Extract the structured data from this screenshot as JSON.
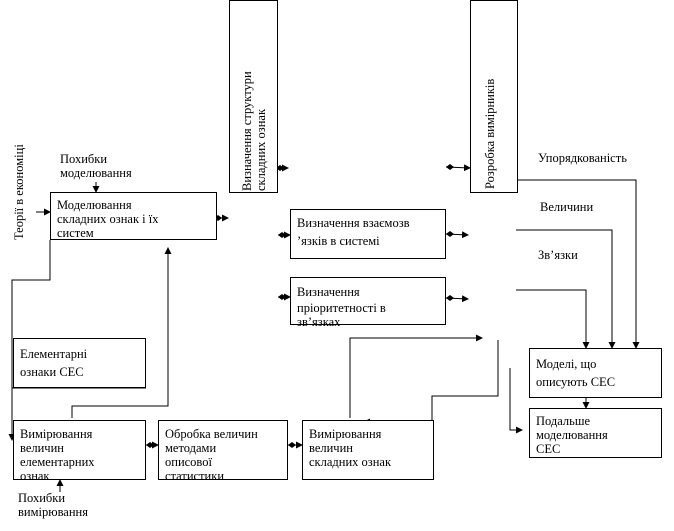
{
  "labels": {
    "theories": "Теорії в економіці",
    "model_errors_1": "Похибки",
    "model_errors_2": "моделювання",
    "measure_errors_1": "Похибки",
    "measure_errors_2": "вимірювання",
    "orderliness": "Упорядкованість",
    "magnitudes": "Величини",
    "relations": "Зв’язки"
  },
  "boxes": {
    "modeling_1": "Моделювання",
    "modeling_2": "складних ознак і їх",
    "modeling_3": "систем",
    "structure_1": "Визначення структури",
    "structure_2": "складних ознак",
    "develop_meters": "Розробка вимірників",
    "relations_def_1": "Визначення взаємозв",
    "relations_def_2": "’язків в системі",
    "priority_1": "Визначення",
    "priority_2": "пріоритетності в",
    "priority_3": "зв’язках",
    "elementary_1": "Елементарні",
    "elementary_2": "ознаки СЕС",
    "models_1": "Моделі, що",
    "models_2": "описують СЕС",
    "measure_elem_1": "Вимірювання",
    "measure_elem_2": "величин",
    "measure_elem_3": "елементарних",
    "measure_elem_4": "ознак",
    "processing_1": "Обробка величин",
    "processing_2": "методами",
    "processing_3": "описової",
    "processing_4": "статистики",
    "measure_complex_1": "Вимірювання",
    "measure_complex_2": "величин",
    "measure_complex_3": "складних ознак",
    "further_1": "Подальше",
    "further_2": "моделювання",
    "further_3": "СЕС"
  }
}
